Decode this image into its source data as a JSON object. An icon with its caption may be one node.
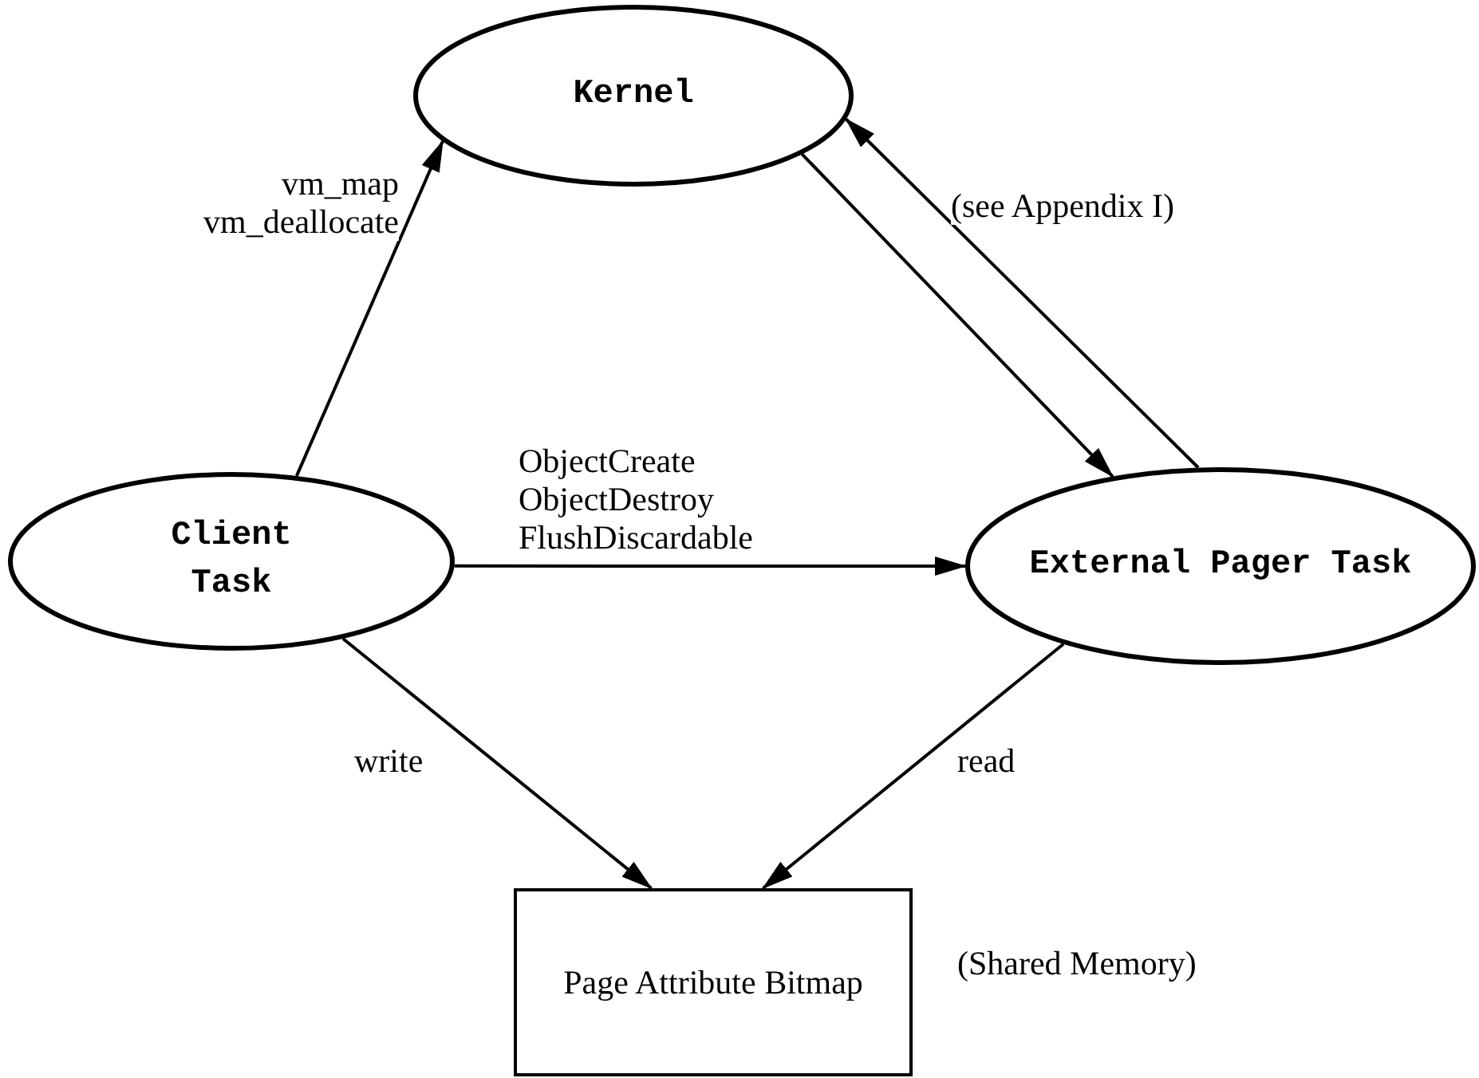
{
  "diagram": {
    "nodes": [
      {
        "text": [
          "Kernel"
        ]
      },
      {
        "text": [
          "Client Task"
        ]
      },
      {
        "text": [
          "External Pager Task"
        ]
      },
      {
        "text": [
          "Page Attribute Bitmap"
        ],
        "beside": [
          "(Shared Memory)"
        ]
      }
    ],
    "edges": [
      {
        "from": 1,
        "to": 0,
        "arrow": "to",
        "label": "vm_map vm_deallocate"
      },
      {
        "from": 0,
        "to": 2,
        "arrow": "to"
      },
      {
        "from": 2,
        "to": 0,
        "arrow": "to",
        "label": "(see Appendix I)"
      },
      {
        "from": 1,
        "to": 2,
        "arrow": "to",
        "label": "ObjectCreate ObjectDestroy FlushDiscardable"
      },
      {
        "from": 1,
        "to": 3,
        "arrow": "to",
        "label": "write"
      },
      {
        "from": 2,
        "to": 3,
        "arrow": "to",
        "label": "read"
      }
    ]
  }
}
